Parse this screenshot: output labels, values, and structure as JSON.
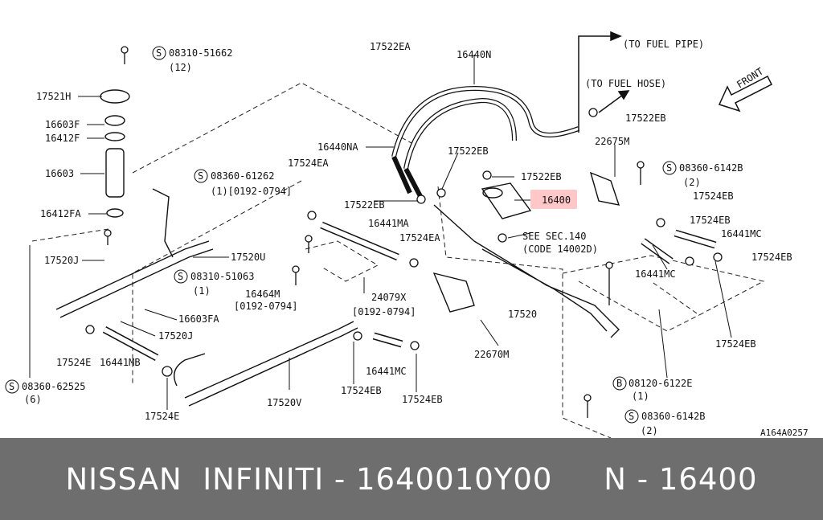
{
  "diagram": {
    "code": "A164A0257",
    "highlight_color": "#ff6b6b",
    "annotations": {
      "to_fuel_pipe": "(TO FUEL PIPE)",
      "to_fuel_hose": "(TO FUEL HOSE)",
      "front": "FRONT",
      "see_sec": "SEE SEC.140",
      "code_ref": "(CODE 14002D)"
    },
    "labels": {
      "l_08310_51662": "08310-51662",
      "q_12": "(12)",
      "l_17521H": "17521H",
      "l_16603F": "16603F",
      "l_16412F": "16412F",
      "l_16603": "16603",
      "l_16412FA": "16412FA",
      "l_17520J_a": "17520J",
      "l_17524E_a": "17524E",
      "l_16441MB": "16441MB",
      "l_08360_62525": "08360-62525",
      "q_6": "(6)",
      "l_17524E_b": "17524E",
      "l_17522EA_top": "17522EA",
      "l_16440N": "16440N",
      "l_16440NA": "16440NA",
      "l_17524EA_a": "17524EA",
      "l_08360_61262": "08360-61262",
      "l_range1": "(1)[0192-0794]",
      "l_17522EB_a": "17522EB",
      "l_16441MA": "16441MA",
      "l_17524EA_b": "17524EA",
      "l_17522EB_b": "17522EB",
      "l_17522EB_c": "17522EB",
      "l_16400": "16400",
      "l_17520U": "17520U",
      "l_08310_51063": "08310-51063",
      "q_1a": "(1)",
      "l_16464M": "16464M",
      "l_range2": "[0192-0794]",
      "l_24079X": "24079X",
      "l_range3": "[0192-0794]",
      "l_16603FA": "16603FA",
      "l_17520J_b": "17520J",
      "l_17520V": "17520V",
      "l_16441MC_a": "16441MC",
      "l_17524EB_a": "17524EB",
      "l_17524EB_b": "17524EB",
      "l_22670M": "22670M",
      "l_17520": "17520",
      "l_17522EB_d": "17522EB",
      "l_22675M": "22675M",
      "l_08360_6142B_a": "08360-6142B",
      "q_2a": "(2)",
      "l_17524EB_c": "17524EB",
      "l_17524EB_d": "17524EB",
      "l_16441MC_b": "16441MC",
      "l_16441MC_c": "16441MC",
      "l_17524EB_e": "17524EB",
      "l_17524EB_f": "17524EB",
      "l_08120_6122E": "08120-6122E",
      "q_1b": "(1)",
      "l_08360_6142B_b": "08360-6142B",
      "q_2b": "(2)",
      "s1": "S",
      "s2": "S",
      "s3": "S",
      "s4": "S",
      "s5": "S",
      "s6": "S",
      "b1": "B"
    }
  },
  "footer": {
    "text": "NISSAN  INFINITI - 1640010Y00     N - 16400"
  }
}
